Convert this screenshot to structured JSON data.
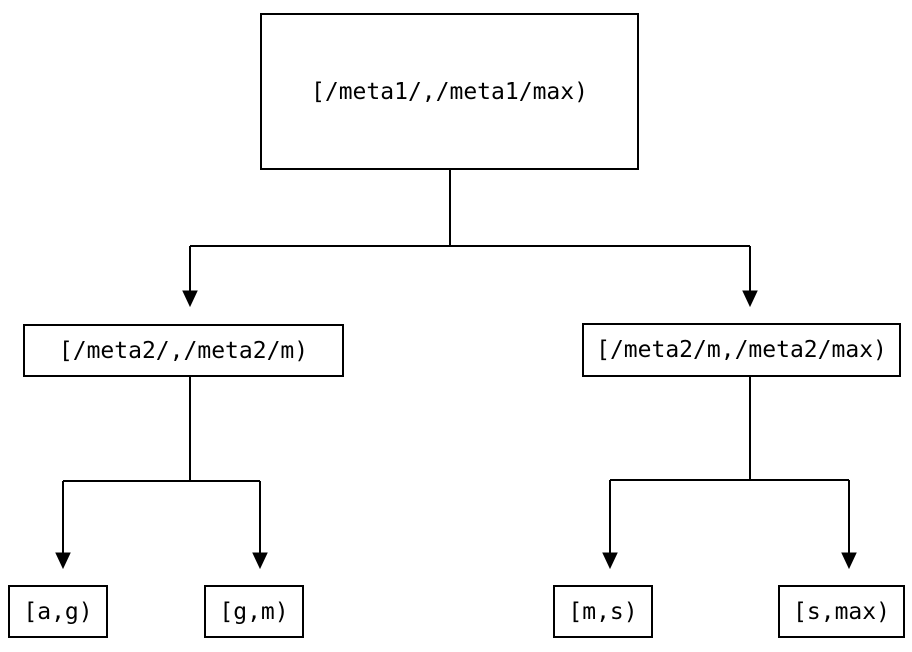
{
  "diagram": {
    "type": "binary-interval-tree",
    "colors": {
      "background": "#ffffff",
      "line": "#000000",
      "node_border": "#000000",
      "text": "#000000"
    },
    "nodes": {
      "root": {
        "label": "[/meta1/,/meta1/max)"
      },
      "mid_left": {
        "label": "[/meta2/,/meta2/m)"
      },
      "mid_right": {
        "label": "[/meta2/m,/meta2/max)"
      },
      "leaf_ag": {
        "label": "[a,g)"
      },
      "leaf_gm": {
        "label": "[g,m)"
      },
      "leaf_ms": {
        "label": "[m,s)"
      },
      "leaf_smax": {
        "label": "[s,max)"
      }
    },
    "edges": [
      {
        "from": "root",
        "to": "mid_left"
      },
      {
        "from": "root",
        "to": "mid_right"
      },
      {
        "from": "mid_left",
        "to": "leaf_ag"
      },
      {
        "from": "mid_left",
        "to": "leaf_gm"
      },
      {
        "from": "mid_right",
        "to": "leaf_ms"
      },
      {
        "from": "mid_right",
        "to": "leaf_smax"
      }
    ]
  }
}
